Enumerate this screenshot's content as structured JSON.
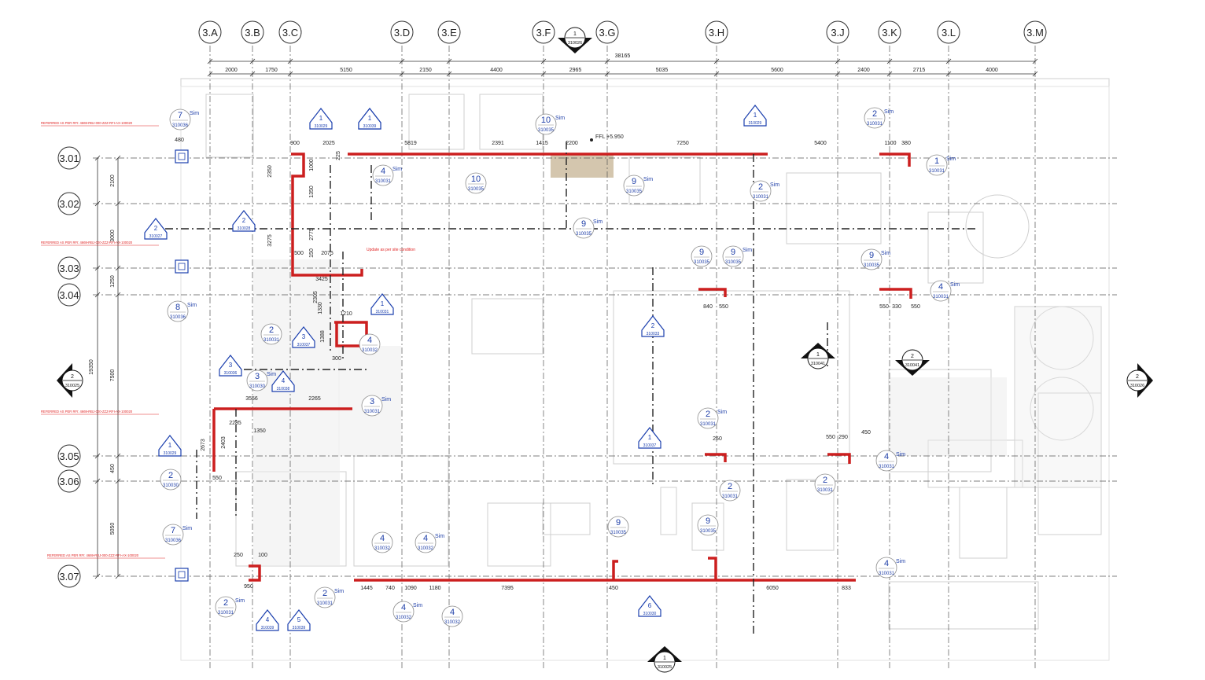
{
  "grid_columns": [
    {
      "id": "3.A",
      "label": "3.A"
    },
    {
      "id": "3.B",
      "label": "3.B"
    },
    {
      "id": "3.C",
      "label": "3.C"
    },
    {
      "id": "3.D",
      "label": "3.D"
    },
    {
      "id": "3.E",
      "label": "3.E"
    },
    {
      "id": "3.F",
      "label": "3.F"
    },
    {
      "id": "3.G",
      "label": "3.G"
    },
    {
      "id": "3.H",
      "label": "3.H"
    },
    {
      "id": "3.J",
      "label": "3.J"
    },
    {
      "id": "3.K",
      "label": "3.K"
    },
    {
      "id": "3.L",
      "label": "3.L"
    },
    {
      "id": "3.M",
      "label": "3.M"
    }
  ],
  "grid_rows": [
    {
      "id": "3.01",
      "label": "3.01"
    },
    {
      "id": "3.02",
      "label": "3.02"
    },
    {
      "id": "3.03",
      "label": "3.03"
    },
    {
      "id": "3.04",
      "label": "3.04"
    },
    {
      "id": "3.05",
      "label": "3.05"
    },
    {
      "id": "3.06",
      "label": "3.06"
    },
    {
      "id": "3.07",
      "label": "3.07"
    }
  ],
  "overall_dimension": "38165",
  "column_dimensions": [
    "2000",
    "1750",
    "5150",
    "2150",
    "4400",
    "2965",
    "5035",
    "5600",
    "2400",
    "2715",
    "4000"
  ],
  "left_total_dimension": "19350",
  "row_dimensions": [
    "2100",
    "3000",
    "1250",
    "7500",
    "450",
    "5050"
  ],
  "inner_dimensions": [
    "900",
    "2025",
    "5819",
    "2391",
    "1415",
    "2200",
    "7250",
    "5400",
    "1100",
    "380",
    "2350",
    "1000",
    "1350",
    "3275",
    "2775",
    "500",
    "150",
    "2075",
    "3425",
    "2305",
    "1330",
    "1210",
    "1388",
    "300",
    "3556",
    "2265",
    "2673",
    "2403",
    "2285",
    "1350",
    "550",
    "250",
    "100",
    "1445",
    "740",
    "1090",
    "1180",
    "7395",
    "450",
    "6050",
    "833",
    "840",
    "550",
    "550",
    "330",
    "550",
    "550",
    "290",
    "450",
    "250",
    "950",
    "480",
    "225"
  ],
  "section_markers": [
    {
      "num": "1",
      "sheet": "310026"
    },
    {
      "num": "2",
      "sheet": "310025"
    },
    {
      "num": "2",
      "sheet": "310026"
    },
    {
      "num": "1",
      "sheet": "310025"
    },
    {
      "num": "1",
      "sheet": "310041"
    },
    {
      "num": "2",
      "sheet": "310041"
    }
  ],
  "detail_callouts": [
    {
      "num": "7",
      "sheet": "310036",
      "sim": "Sim"
    },
    {
      "num": "10",
      "sheet": "310035",
      "sim": "Sim"
    },
    {
      "num": "2",
      "sheet": "310031",
      "sim": "Sim"
    },
    {
      "num": "4",
      "sheet": "310031",
      "sim": "Sim"
    },
    {
      "num": "10",
      "sheet": "310035",
      "sim": ""
    },
    {
      "num": "9",
      "sheet": "310035",
      "sim": "Sim"
    },
    {
      "num": "2",
      "sheet": "310031",
      "sim": "Sim"
    },
    {
      "num": "1",
      "sheet": "310031",
      "sim": "Sim"
    },
    {
      "num": "9",
      "sheet": "310035",
      "sim": "Sim"
    },
    {
      "num": "8",
      "sheet": "310036",
      "sim": "Sim"
    },
    {
      "num": "9",
      "sheet": "310035",
      "sim": ""
    },
    {
      "num": "9",
      "sheet": "310035",
      "sim": "Sim"
    },
    {
      "num": "9",
      "sheet": "310035",
      "sim": "Sim"
    },
    {
      "num": "4",
      "sheet": "310031",
      "sim": "Sim"
    },
    {
      "num": "2",
      "sheet": "310031",
      "sim": ""
    },
    {
      "num": "4",
      "sheet": "310032",
      "sim": ""
    },
    {
      "num": "3",
      "sheet": "310030",
      "sim": "Sim"
    },
    {
      "num": "3",
      "sheet": "310031",
      "sim": "Sim"
    },
    {
      "num": "2",
      "sheet": "310031",
      "sim": "Sim"
    },
    {
      "num": "2",
      "sheet": "310031",
      "sim": ""
    },
    {
      "num": "2",
      "sheet": "310031",
      "sim": ""
    },
    {
      "num": "4",
      "sheet": "310031",
      "sim": "Sim"
    },
    {
      "num": "2",
      "sheet": "310030",
      "sim": ""
    },
    {
      "num": "7",
      "sheet": "310036",
      "sim": "Sim"
    },
    {
      "num": "4",
      "sheet": "310032",
      "sim": ""
    },
    {
      "num": "4",
      "sheet": "310032",
      "sim": "Sim"
    },
    {
      "num": "9",
      "sheet": "310035",
      "sim": ""
    },
    {
      "num": "9",
      "sheet": "310035",
      "sim": ""
    },
    {
      "num": "4",
      "sheet": "310031",
      "sim": "Sim"
    },
    {
      "num": "2",
      "sheet": "310031",
      "sim": "Sim"
    },
    {
      "num": "2",
      "sheet": "310031",
      "sim": "Sim"
    },
    {
      "num": "4",
      "sheet": "310032",
      "sim": "Sim"
    },
    {
      "num": "4",
      "sheet": "310032",
      "sim": ""
    }
  ],
  "section_flags": [
    {
      "num": "1",
      "sheet": "310029"
    },
    {
      "num": "5",
      "sheet": "310029"
    },
    {
      "num": "1",
      "sheet": "310029"
    },
    {
      "num": "1",
      "sheet": "310039"
    },
    {
      "num": "2",
      "sheet": "310028"
    },
    {
      "num": "2",
      "sheet": "310027"
    },
    {
      "num": "1",
      "sheet": "310031"
    },
    {
      "num": "3",
      "sheet": "310037"
    },
    {
      "num": "3",
      "sheet": "310036"
    },
    {
      "num": "4",
      "sheet": "310038"
    },
    {
      "num": "2",
      "sheet": "310033"
    },
    {
      "num": "1",
      "sheet": "310029"
    },
    {
      "num": "1",
      "sheet": "310037"
    },
    {
      "num": "4",
      "sheet": "310039"
    },
    {
      "num": "5",
      "sheet": "310039"
    },
    {
      "num": "6",
      "sheet": "310030"
    }
  ],
  "annotations": {
    "ffl": "FFL +5.950",
    "site_note": "Update as per site condition",
    "rfi_notes": [
      "REFERRED AS PER RFI: 4669-RBJ-000-ZZZ-RFI-AX-100020",
      "REFERRED AS PER RFI: 4669-RBJ-000-ZZZ-RFI-AX-100020",
      "REFERRED AS PER RFI: 4669-RBJ-000-ZZZ-RFI-AX-100020",
      "REFERRED AS PER RFI: 4669-RBJ-000-ZZZ-RFI-AX-100020"
    ]
  },
  "colors": {
    "line": "#333333",
    "faint": "#c7c7c7",
    "wall_red": "#cc1f1f",
    "callout_blue": "#1f3fa8",
    "flag_blue": "#1b3fae",
    "note_red": "#e02424"
  }
}
